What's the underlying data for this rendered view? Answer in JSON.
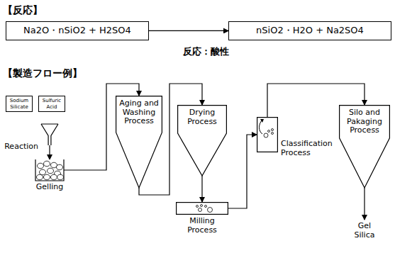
{
  "diagram": {
    "nodes": [
      {
        "text": [
          "Na2O・nSiO2 + H2SO4"
        ]
      },
      {
        "text": [
          "nSiO2・H2O + Na2SO4"
        ]
      },
      {
        "text": [
          "Sodium Silicate"
        ]
      },
      {
        "text": [
          "Sulfuric Acid"
        ]
      },
      {
        "text": [
          "Reaction"
        ]
      },
      {
        "text": [
          "Gelling"
        ]
      },
      {
        "text": [
          "Aging and Washing Process"
        ]
      },
      {
        "text": [
          "Drying Process"
        ]
      },
      {
        "text": [
          "Milling Process"
        ]
      },
      {
        "text": [
          "Classification Process"
        ]
      },
      {
        "text": [
          "Silo and Pakaging Process"
        ]
      }
    ],
    "edges": [
      {
        "from": 0,
        "to": 1,
        "arrow": "to"
      },
      {
        "from": 4,
        "to": 5,
        "arrow": "to"
      },
      {
        "from": 5,
        "to": 6,
        "arrow": "to"
      },
      {
        "from": 6,
        "to": 7,
        "arrow": "to"
      },
      {
        "from": 7,
        "to": 8,
        "arrow": "to"
      },
      {
        "from": 8,
        "to": 9,
        "arrow": "to"
      },
      {
        "from": 9,
        "to": 10,
        "arrow": "to"
      }
    ],
    "labels": [
      "【反応】",
      "反応：酸性",
      "【製造フロー例】",
      "Gel Silica"
    ]
  }
}
